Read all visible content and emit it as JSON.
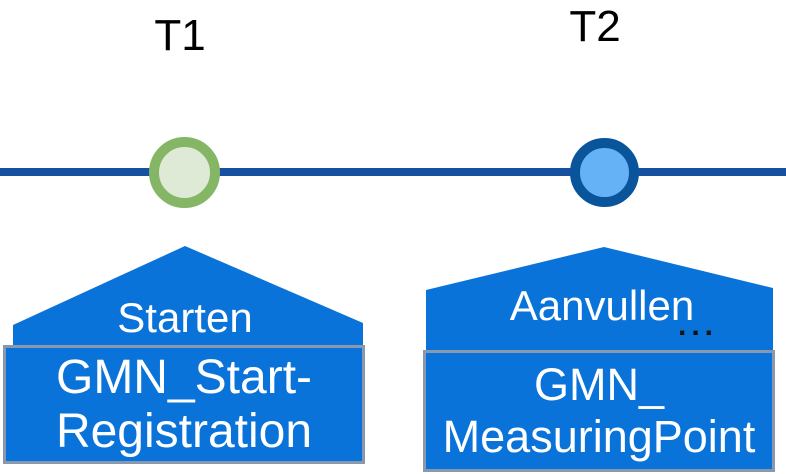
{
  "diagram": {
    "timeline": {
      "t1_label": "T1",
      "t2_label": "T2"
    },
    "callout_t1": {
      "action_label": "Starten",
      "document_line1": "GMN_Start-",
      "document_line2": "Registration"
    },
    "callout_t2": {
      "action_label": "Aanvullen",
      "ellipsis": "...",
      "document_line1": "GMN_",
      "document_line2": "MeasuringPoint"
    },
    "colors": {
      "timeline_line": "#15519e",
      "t1_marker_ring": "#85b665",
      "t1_marker_fill": "#dfead6",
      "t2_marker_ring": "#0a549c",
      "t2_marker_fill": "#66b2f6",
      "callout_fill": "#0a73d9",
      "box_border": "#8a98ad",
      "text_on_blue": "#ffffff",
      "label_text": "#000000"
    }
  }
}
